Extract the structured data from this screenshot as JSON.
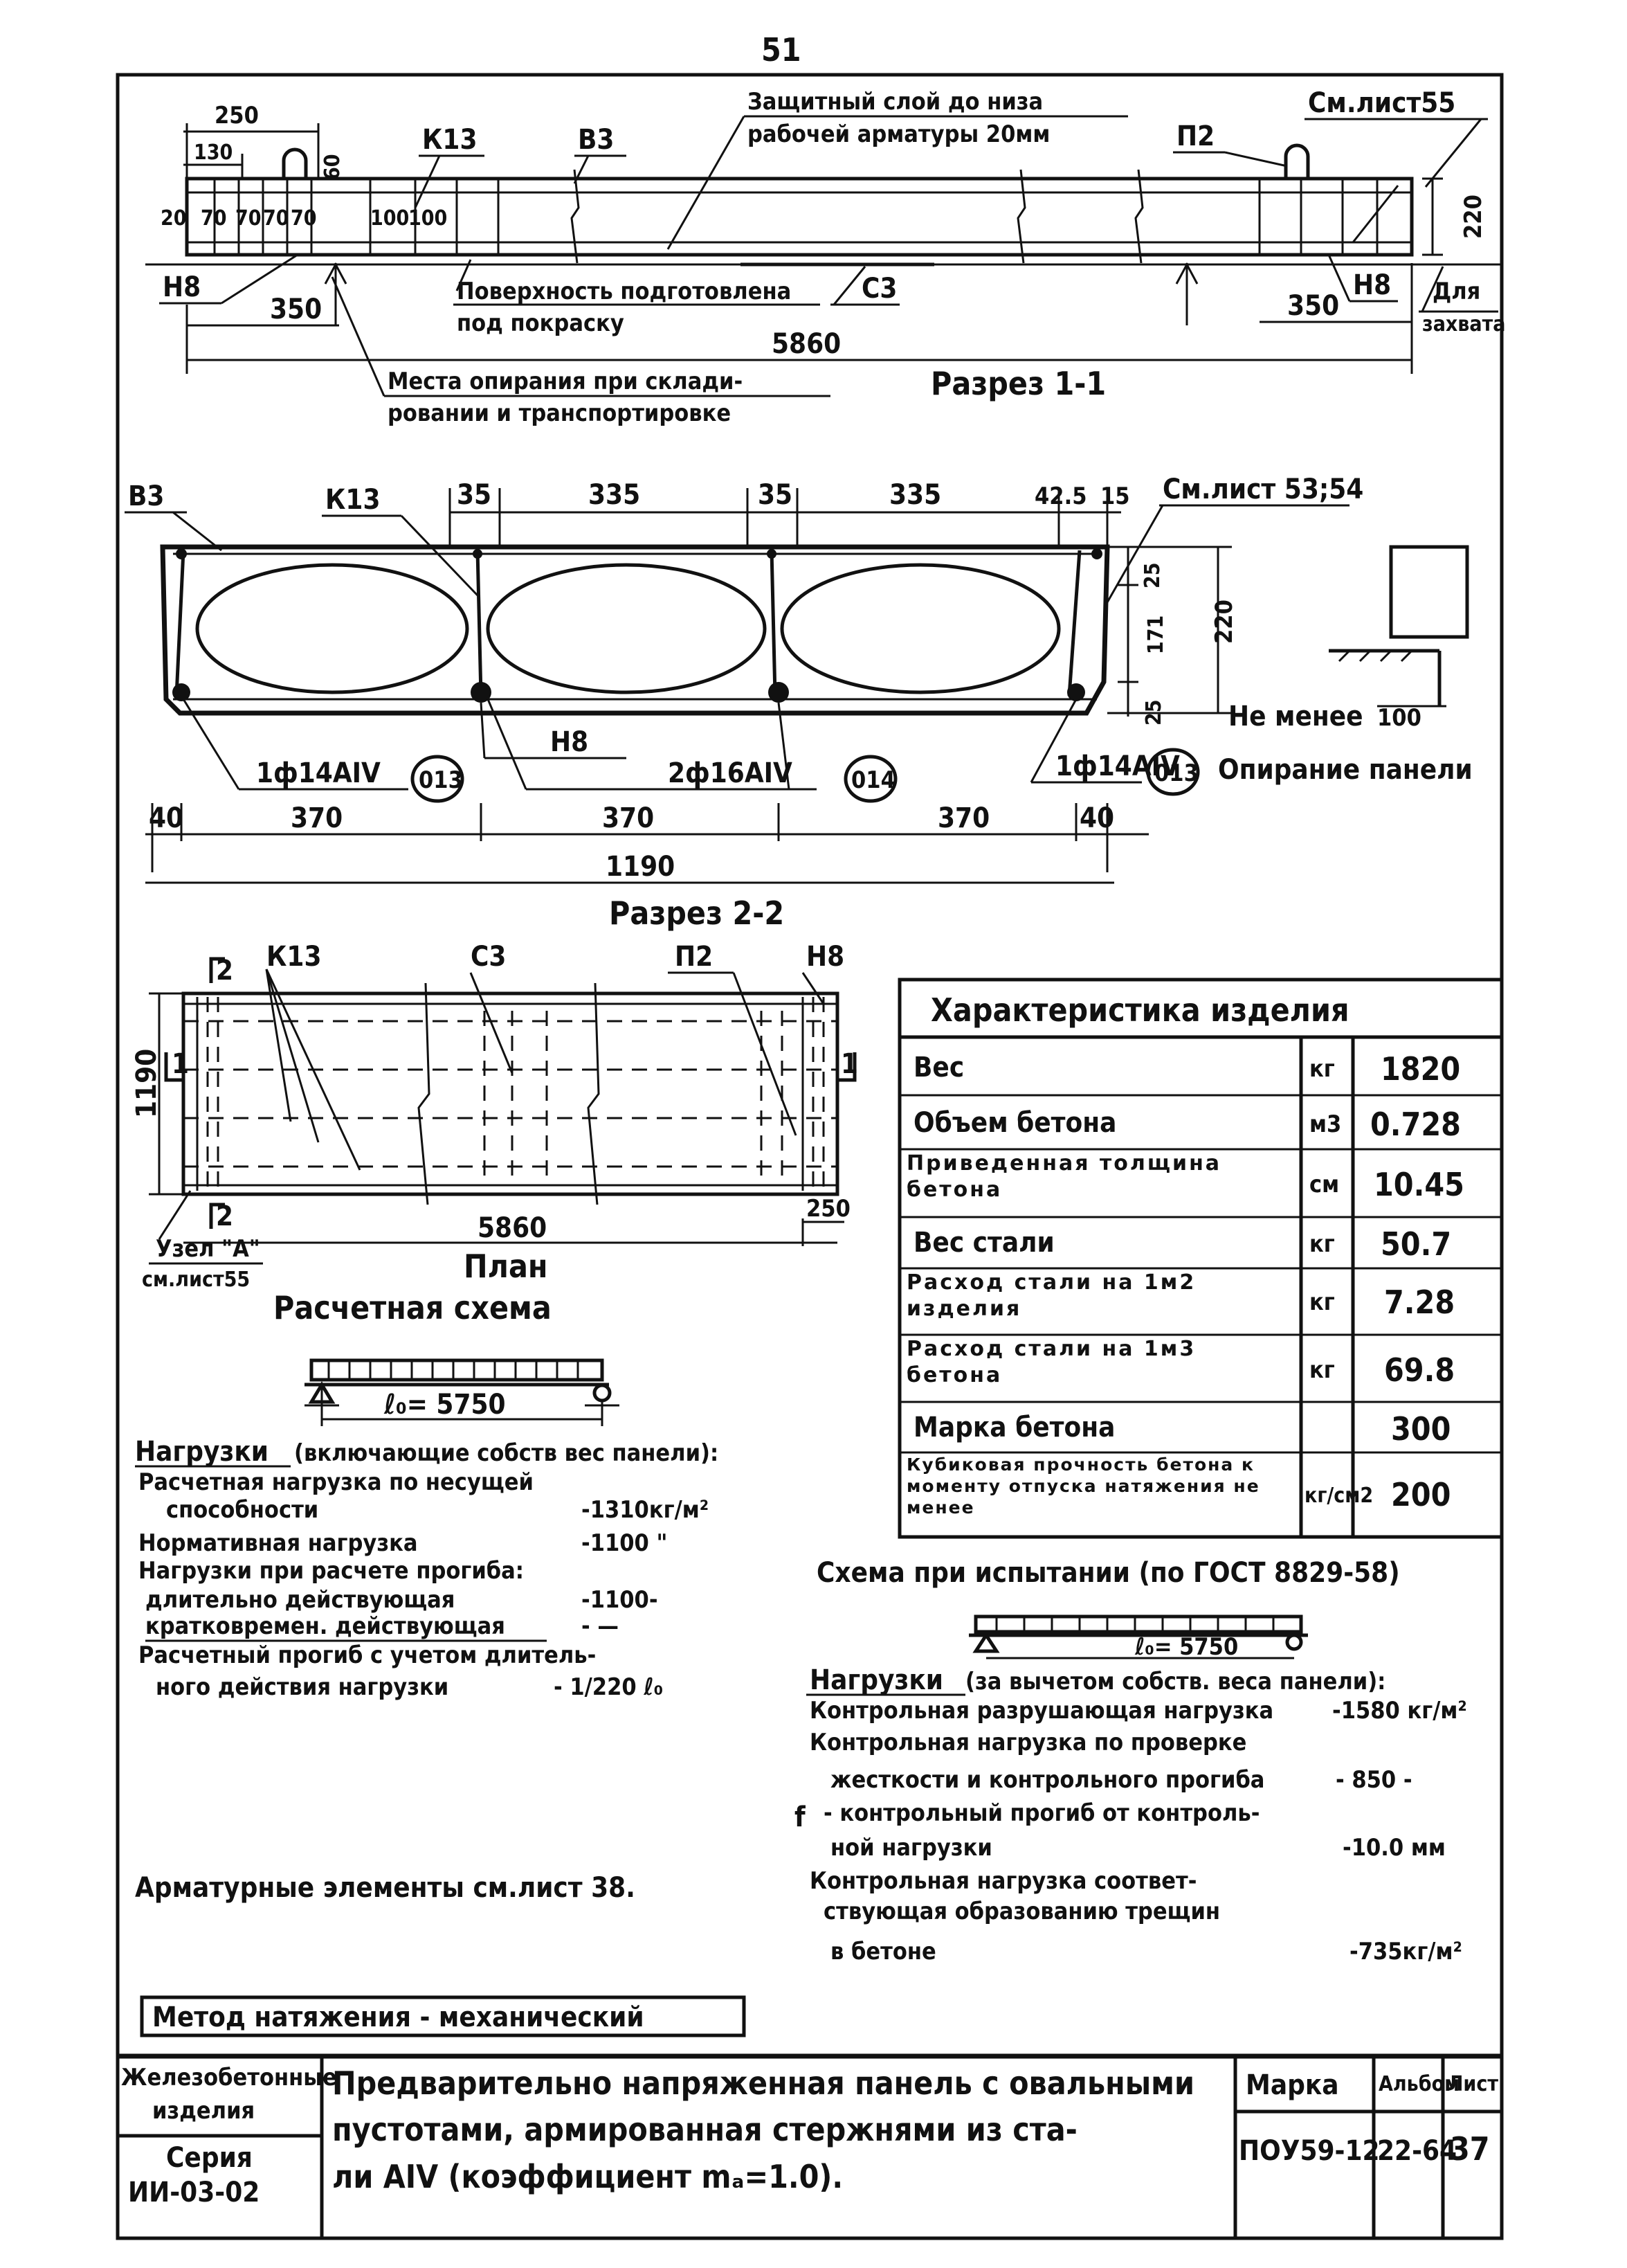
{
  "page": {
    "number": "51"
  },
  "section_1_1": {
    "title": "Разрез 1-1",
    "dim_250": "250",
    "dim_130": "130",
    "dim_60": "60",
    "dim_20": "20",
    "dims_70": [
      "70",
      "70",
      "70",
      "70"
    ],
    "dim_100a": "100",
    "dim_100b": "100",
    "label_k13": "К13",
    "label_v3": "В3",
    "label_p2": "П2",
    "label_n8_left": "Н8",
    "label_n8_right": "Н8",
    "protective_layer_line1": "Защитный слой до низа",
    "protective_layer_line2": "рабочей арматуры 20мм",
    "see_sheet": "См.лист55",
    "dim_220": "220",
    "dim_350_left": "350",
    "dim_350_right": "350",
    "surface_note_line1": "Поверхность подготовлена",
    "surface_note_line2": "под покраску",
    "label_s3": "С3",
    "length": "5860",
    "for_grip_line1": "Для",
    "for_grip_line2": "захвата",
    "support_note_line1": "Места опирания при склади-",
    "support_note_line2": "ровании и транспортировке"
  },
  "section_2_2": {
    "title": "Разрез 2-2",
    "label_v3": "В3",
    "label_k13": "К13",
    "dims_top": [
      "35",
      "335",
      "35",
      "335",
      "42.5",
      "15"
    ],
    "see_sheets": "См.лист 53;54",
    "dim_25": "25",
    "dim_171": "171",
    "dim_220": "220",
    "dim_25b": "25",
    "not_less": "Не менее",
    "dim_100": "100",
    "panel_support": "Опирание панели",
    "rebar_left": "1ф14АIV",
    "mark_left": "013",
    "label_n8": "Н8",
    "rebar_mid": "2ф16АIV",
    "mark_mid": "014",
    "rebar_right": "1ф14АIV",
    "mark_right": "013",
    "dim_40_left": "40",
    "dim_370_1": "370",
    "dim_370_2": "370",
    "dim_370_3": "370",
    "dim_40_right": "40",
    "width": "1190"
  },
  "plan": {
    "title": "План",
    "label_2_top": "2",
    "label_k13": "К13",
    "label_s3": "С3",
    "label_p2": "П2",
    "label_n8": "Н8",
    "width": "1190",
    "label_1_left": "1",
    "label_1_right": "1",
    "label_2_bottom": "2",
    "dim_250": "250",
    "length": "5860",
    "node_line1": "Узел \"А\"",
    "node_line2": "см.лист55"
  },
  "characteristics": {
    "title": "Характеристика изделия",
    "rows": [
      {
        "name": "Вес",
        "unit": "кг",
        "value": "1820"
      },
      {
        "name": "Объем бетона",
        "unit": "м3",
        "value": "0.728"
      },
      {
        "name": "Приведенная толщина бетона",
        "unit": "см",
        "value": "10.45"
      },
      {
        "name": "Вес стали",
        "unit": "кг",
        "value": "50.7"
      },
      {
        "name": "Расход стали на 1м2 изделия",
        "unit": "кг",
        "value": "7.28"
      },
      {
        "name": "Расход стали на 1м3 бетона",
        "unit": "кг",
        "value": "69.8"
      },
      {
        "name": "Марка бетона",
        "unit": "",
        "value": "300"
      },
      {
        "name": "Кубиковая прочность бетона к моменту отпуска натяжения не менее",
        "unit": "кг/см2",
        "value": "200"
      }
    ]
  },
  "calc_scheme": {
    "title": "Расчетная схема",
    "span": "ℓ₀= 5750",
    "loads_header": "Нагрузки",
    "loads_header_note": "(включающие собств вес панели):",
    "lines": [
      {
        "label": "Расчетная нагрузка по несущей",
        "value": ""
      },
      {
        "label": "способности",
        "value": "-1310кг/м²"
      },
      {
        "label": "Нормативная нагрузка",
        "value": "-1100 \""
      },
      {
        "label": "Нагрузки при расчете прогиба:",
        "value": ""
      },
      {
        "label": "длительно действующая",
        "value": "-1100-"
      },
      {
        "label": "кратковремен. действующая",
        "value": "- —"
      },
      {
        "label": "Расчетный прогиб с учетом длитель-",
        "value": ""
      },
      {
        "label": "ного действия нагрузки",
        "value": "- 1/220 ℓ₀"
      }
    ],
    "rebar_note": "Арматурные элементы см.лист 38."
  },
  "test_scheme": {
    "title": "Схема при испытании (по ГОСТ 8829-58)",
    "span": "ℓ₀= 5750",
    "loads_header": "Нагрузки",
    "loads_header_note": "(за вычетом собств. веса панели):",
    "lines": [
      {
        "label": "Контрольная разрушающая нагрузка",
        "value": "-1580 кг/м²"
      },
      {
        "label": "Контрольная нагрузка по проверке",
        "value": ""
      },
      {
        "label": "жесткости и контрольного прогиба",
        "value": "- 850 -"
      },
      {
        "label": "- контрольный прогиб от контроль-",
        "value": ""
      },
      {
        "label": "ной нагрузки",
        "value": "-10.0 мм"
      },
      {
        "label": "Контрольная нагрузка соответ-",
        "value": ""
      },
      {
        "label": "ствующая образованию трещин",
        "value": ""
      },
      {
        "label": "в бетоне",
        "value": "-735кг/м²"
      }
    ],
    "f_symbol": "f"
  },
  "tension_method": "Метод натяжения - механический",
  "title_block": {
    "category_line1": "Железобетонные",
    "category_line2": "изделия",
    "series_label": "Серия",
    "series_value": "ИИ-03-02",
    "description_line1": "Предварительно напряженная панель с овальными",
    "description_line2": "пустотами, армированная стержнями из ста-",
    "description_line3": "ли АIV (коэффициент mₐ=1.0).",
    "mark_header": "Марка",
    "mark_value": "ПОУ59-12",
    "album_header": "Альбом",
    "album_value": "22-64",
    "sheet_header": "Лист",
    "sheet_value": "37"
  }
}
